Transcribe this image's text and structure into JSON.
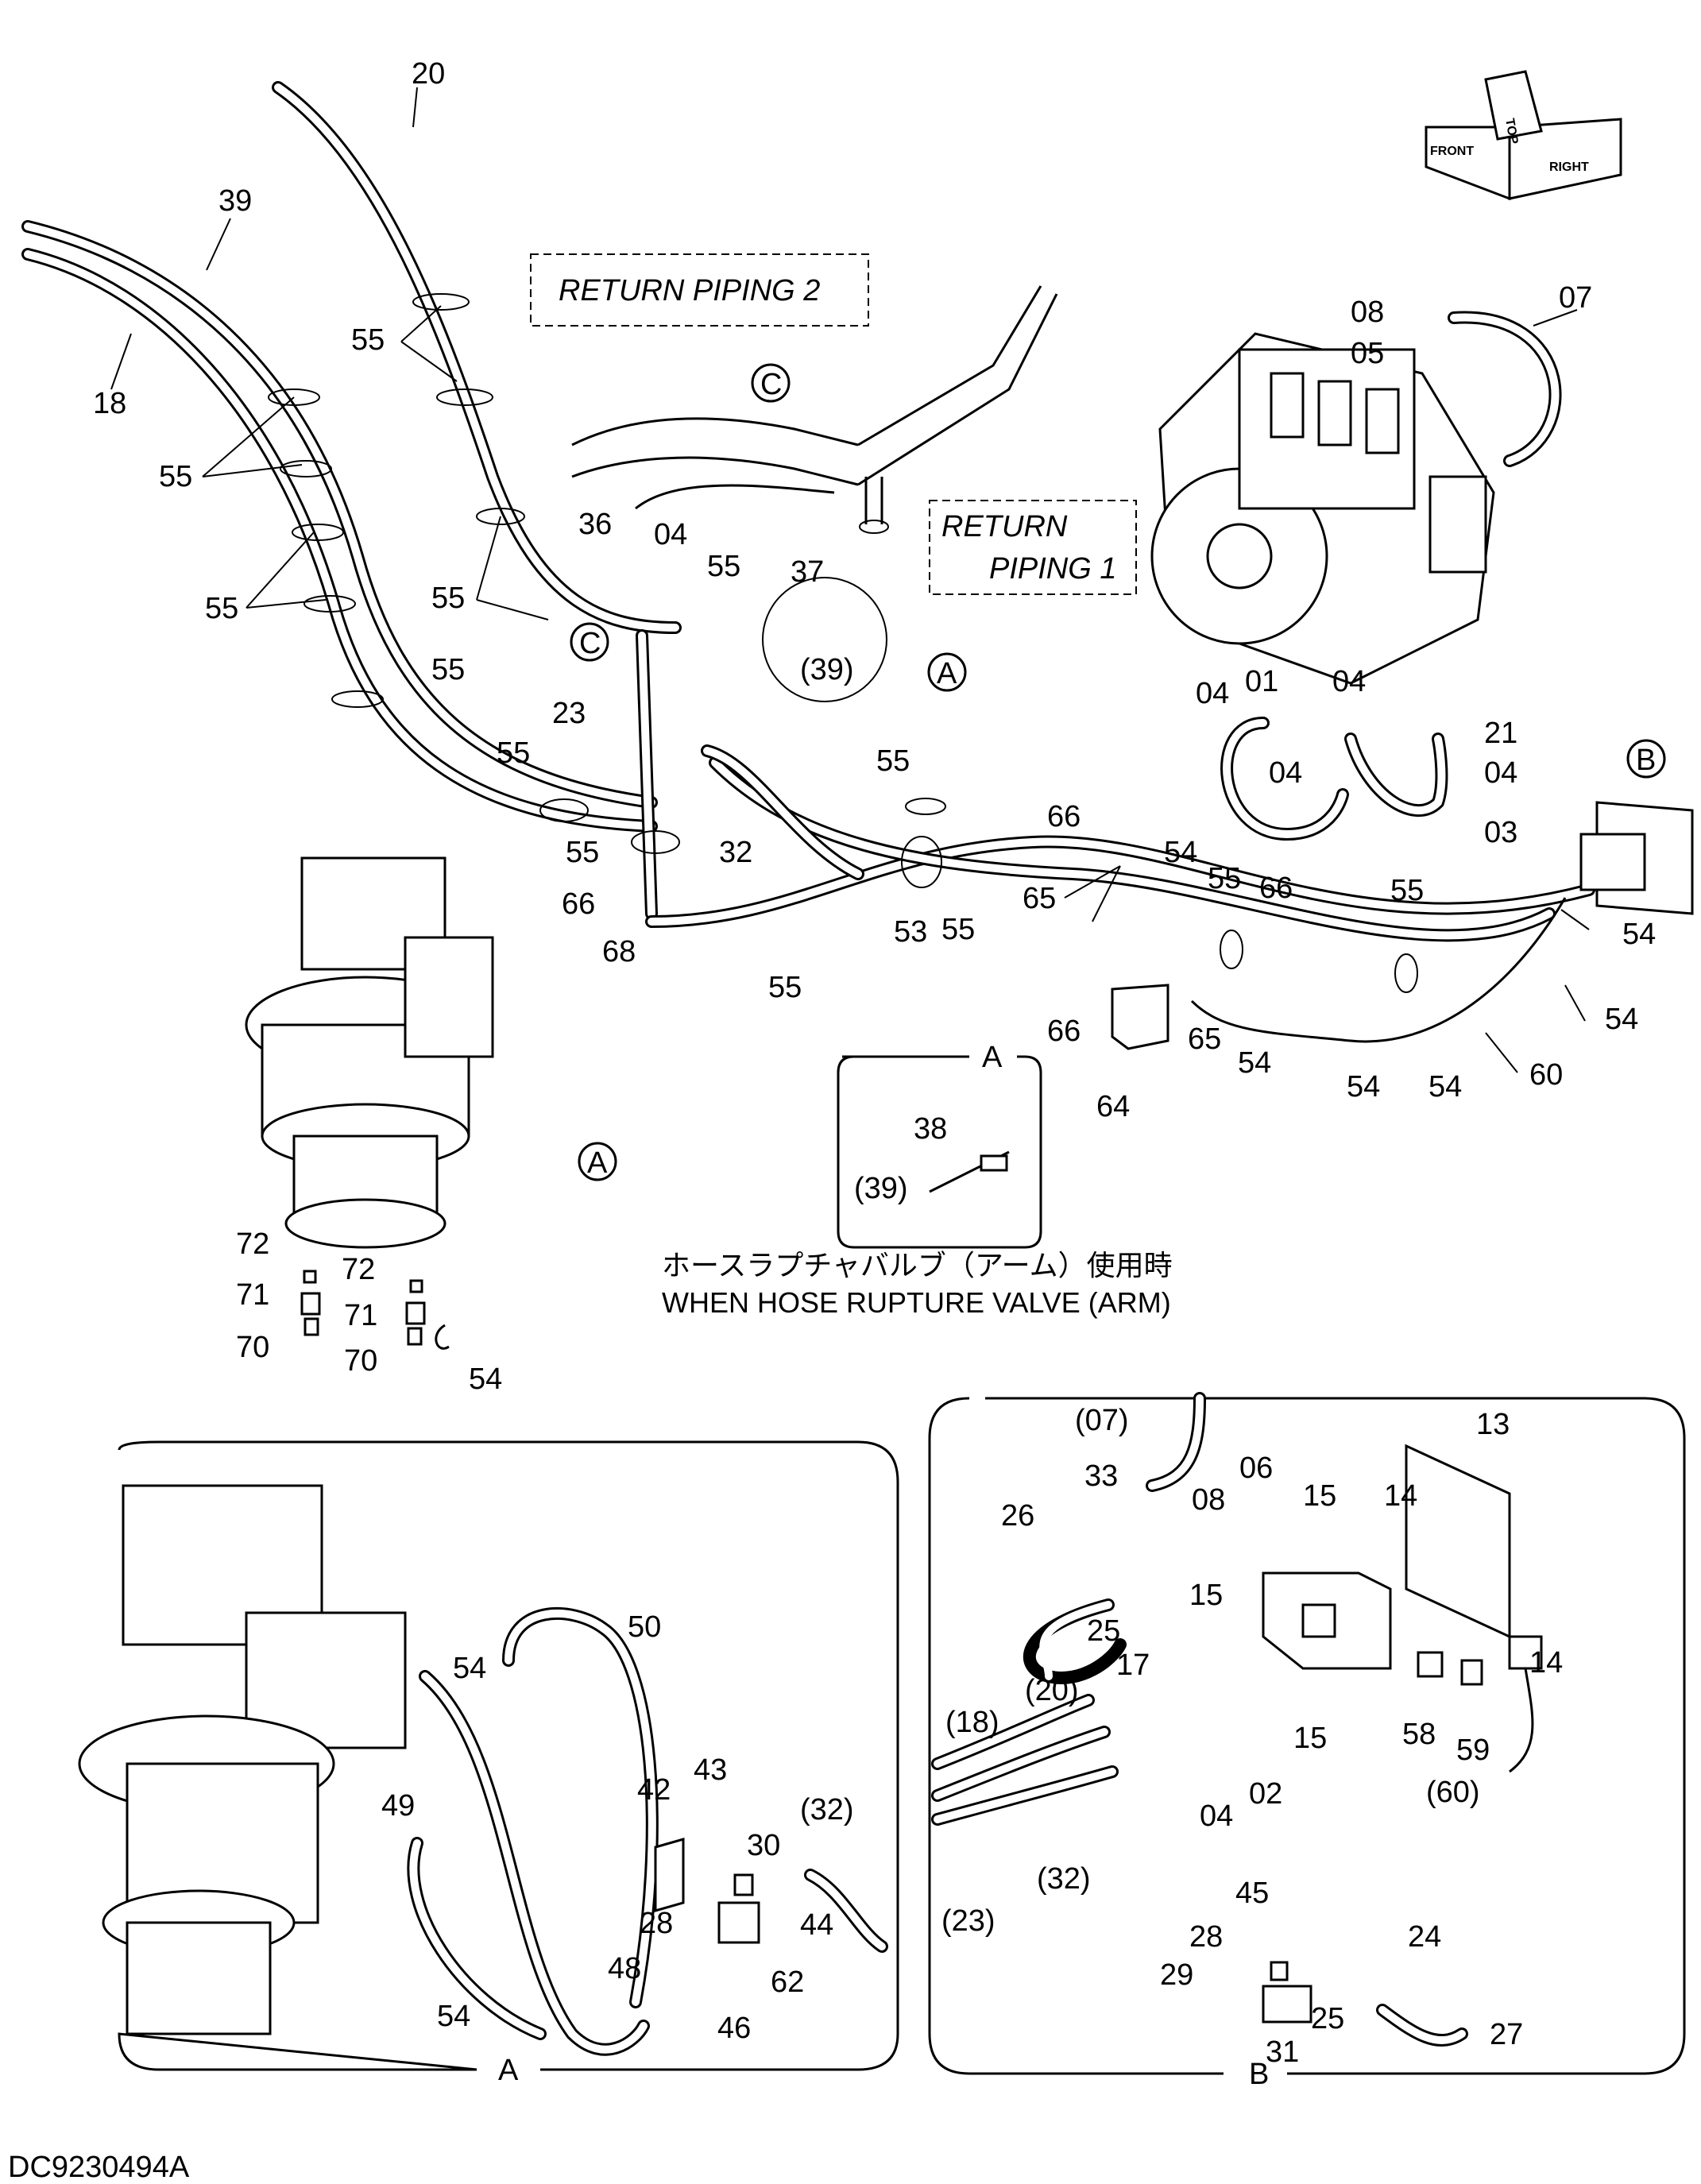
{
  "diagram_code": "DC9230494A",
  "compass": {
    "front": "FRONT",
    "top": "TOP",
    "right": "RIGHT"
  },
  "labels": {
    "return_piping_2": "RETURN PIPING 2",
    "return_piping_1_line1": "RETURN",
    "return_piping_1_line2": "PIPING 1",
    "caption_jp": "ホースラプチャバルブ（アーム）使用時",
    "caption_en": "WHEN HOSE RUPTURE VALVE (ARM)",
    "view_a": "A",
    "view_b": "B",
    "view_c": "C"
  },
  "part_numbers": {
    "p20": "20",
    "p39": "39",
    "p18": "18",
    "p55": "55",
    "p36": "36",
    "p04": "04",
    "p37": "37",
    "p39b": "(39)",
    "p23": "23",
    "p66": "66",
    "p68": "68",
    "p32": "32",
    "p53": "53",
    "p65": "65",
    "p54": "54",
    "p64": "64",
    "p60": "60",
    "p08": "08",
    "p05": "05",
    "p07": "07",
    "p01": "01",
    "p21": "21",
    "p03": "03",
    "p38": "38",
    "p72": "72",
    "p71": "71",
    "p70": "70",
    "p50": "50",
    "p49": "49",
    "p42": "42",
    "p43": "43",
    "p30": "30",
    "p32b": "(32)",
    "p28": "28",
    "p44": "44",
    "p48": "48",
    "p62": "62",
    "p46": "46",
    "p07b": "(07)",
    "p06": "06",
    "p13": "13",
    "p33": "33",
    "p26": "26",
    "p15": "15",
    "p14": "14",
    "p25": "25",
    "p17": "17",
    "p18b": "(18)",
    "p20b": "(20)",
    "p58": "58",
    "p59": "59",
    "p60b": "(60)",
    "p02": "02",
    "p23b": "(23)",
    "p45": "45",
    "p29": "29",
    "p24": "24",
    "p31": "31",
    "p27": "27"
  }
}
